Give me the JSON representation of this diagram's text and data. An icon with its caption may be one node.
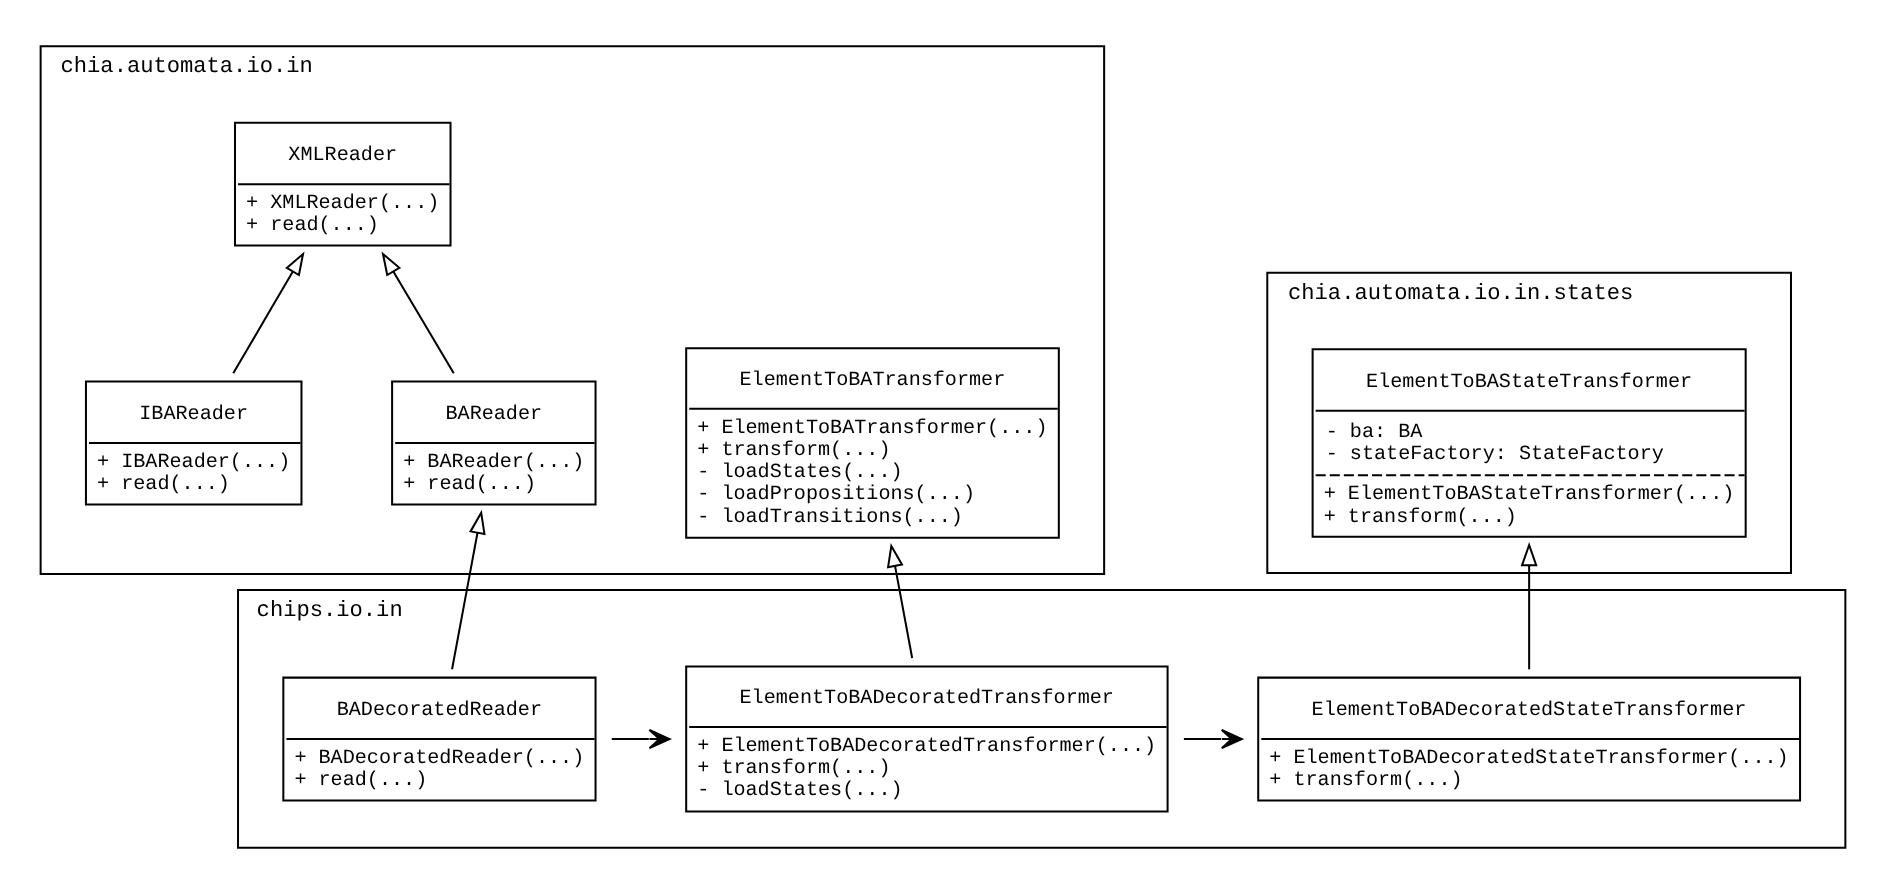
{
  "diagram": {
    "nodes": [
      {
        "text": [
          "chia.automata.io.in"
        ]
      },
      {
        "text": [
          "XMLReader",
          "+ XMLReader(...)",
          "+ read(...)"
        ],
        "in": 0
      },
      {
        "text": [
          "ElementToBATransformer",
          "+ ElementToBATransformer(...)",
          "+ transform(...)",
          "- loadStates(...)",
          "- loadPropositions(...)",
          "- loadTransitions(...)"
        ],
        "in": 0
      },
      {
        "text": [
          "BAReader",
          "+ BAReader(...)",
          "+ read(...)"
        ],
        "in": 0
      },
      {
        "text": [
          "IBAReader",
          "+ IBAReader(...)",
          "+ read(...)"
        ],
        "in": 0
      },
      {
        "text": [
          "chia.automata.io.in.states"
        ]
      },
      {
        "text": [
          "ElementToBAStateTransformer",
          "- ba: BA",
          "- stateFactory: StateFactory",
          "+ ElementToBAStateTransformer(...)",
          "+ transform(...)"
        ],
        "in": 5
      },
      {
        "text": [
          "chips.io.in"
        ]
      },
      {
        "text": [
          "BADecoratedReader",
          "+ BADecoratedReader(...)",
          "+ read(...)"
        ],
        "in": 7
      },
      {
        "text": [
          "ElementToBADecoratedTransformer",
          "+ ElementToBADecoratedTransformer(...)",
          "+ transform(...)",
          "- loadStates(...)"
        ],
        "in": 7
      },
      {
        "text": [
          "ElementToBADecoratedStateTransformer",
          "+ ElementToBADecoratedStateTransformer(...)",
          "+ transform(...)"
        ],
        "in": 7
      }
    ],
    "edges": [
      {
        "from": 3,
        "to": 1,
        "arrow": "to"
      },
      {
        "from": 4,
        "to": 1,
        "arrow": "to"
      },
      {
        "from": 8,
        "to": 3,
        "arrow": "to"
      },
      {
        "from": 9,
        "to": 2,
        "arrow": "to"
      },
      {
        "from": 10,
        "to": 6,
        "arrow": "to"
      },
      {
        "from": 8,
        "to": 9,
        "arrow": "to"
      },
      {
        "from": 9,
        "to": 10,
        "arrow": "to"
      }
    ]
  }
}
